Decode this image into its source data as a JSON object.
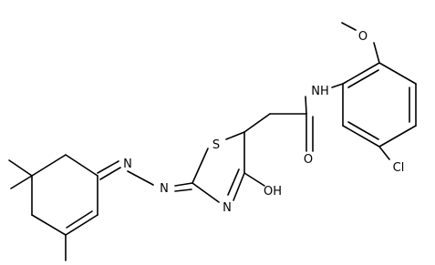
{
  "figure": {
    "type": "chemical-structure",
    "colors": {
      "bond": "#000000",
      "label": "#000000",
      "background": "#ffffff"
    }
  },
  "atoms": {
    "methoxy_o": "O",
    "amide_nh": "NH",
    "amide_o": "O",
    "chloro": "Cl",
    "ring_s": "S",
    "hydroxy": "OH",
    "thiazole_n": "N",
    "azo_n1": "N",
    "azo_n2": "N"
  }
}
